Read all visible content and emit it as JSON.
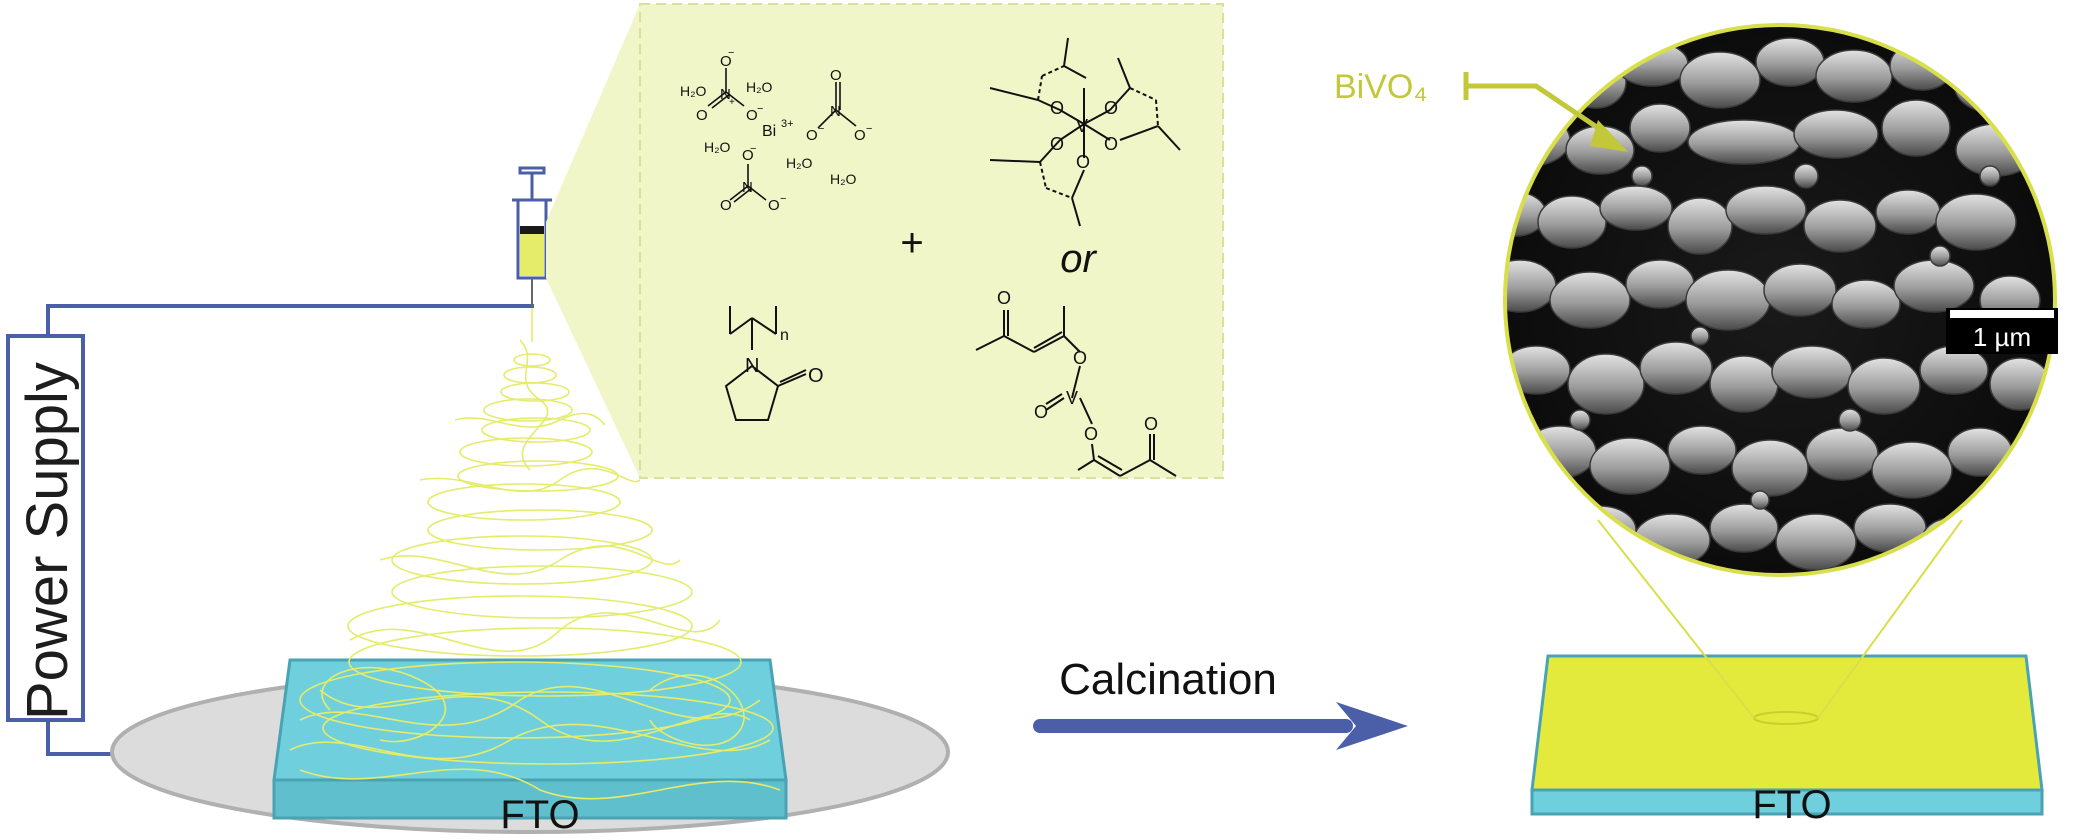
{
  "power_supply": {
    "label": "Power Supply"
  },
  "substrate_left": {
    "label": "FTO"
  },
  "substrate_right": {
    "label": "FTO"
  },
  "process_arrow": {
    "label": "Calcination"
  },
  "product": {
    "label": "BiVO₄"
  },
  "sem": {
    "scale_bar_label": "1 µm"
  },
  "precursors": {
    "bismuth_salt": {
      "cation": "Bi",
      "cation_charge": "3+",
      "water": "H₂O",
      "nitrate_atoms": {
        "n": "N",
        "o": "O",
        "minus": "−",
        "plus": "+"
      }
    },
    "plus_sign": "+",
    "or_label": "or",
    "vanadium_atom": "V",
    "oxygen_atom": "O",
    "pvp": {
      "n_atom": "N",
      "o_atom": "O",
      "repeat": "n"
    }
  },
  "colors": {
    "spray_fiber": "#e4ec6a",
    "panel_fill": "#f1f6c8",
    "panel_border": "#d6e29a",
    "fto_blue": "#6fcfdc",
    "bivo4_yellow": "#e3ea3c",
    "wire_blue": "#4a5fa8",
    "arrow_blue": "#4a5fa8",
    "label_yellow": "#c2c83a",
    "collector_gray": "#dcdcdc"
  }
}
